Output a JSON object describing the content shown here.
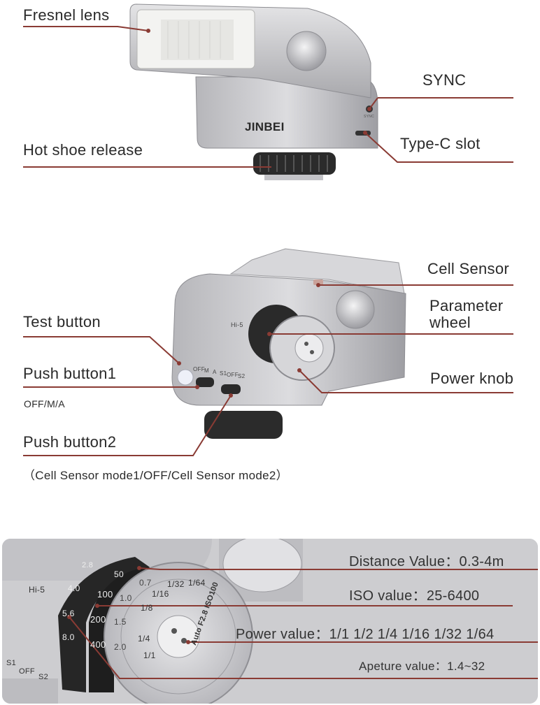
{
  "section1": {
    "brand": "JINBEI",
    "sync_port_text": "SYNC",
    "labels": {
      "fresnel_lens": "Fresnel lens",
      "sync": "SYNC",
      "type_c_slot": "Type-C slot",
      "hot_shoe_release": "Hot shoe release"
    }
  },
  "section2": {
    "device_marks": {
      "hi5": "Hi-5",
      "switch1_off": "OFF",
      "switch1_m": "M",
      "switch1_a": "A",
      "switch2_s1": "S1",
      "switch2_off": "OFF",
      "switch2_s2": "S2"
    },
    "labels": {
      "cell_sensor": "Cell Sensor",
      "parameter_wheel_line1": "Parameter",
      "parameter_wheel_line2": "wheel",
      "test_button": "Test button",
      "push_button1": "Push button1",
      "push_button1_modes": "OFF/M/A",
      "power_knob": "Power knob",
      "push_button2": "Push button2",
      "push_button2_modes": "（Cell Sensor mode1/OFF/Cell Sensor mode2）"
    }
  },
  "section3": {
    "dial_marks": {
      "hi5": "Hi-5",
      "aperture": [
        "2.8",
        "4.0",
        "5.6",
        "8.0"
      ],
      "iso": [
        "50",
        "100",
        "200",
        "400"
      ],
      "distance": [
        "0.7",
        "1.0",
        "1.5",
        "2.0"
      ],
      "power": [
        "1/64",
        "1/32",
        "1/16",
        "1/8",
        "1/4",
        "1/1"
      ],
      "ring_text": "Auto  F2.8  ISO100",
      "switch_s1": "S1",
      "switch_off": "OFF",
      "switch_s2": "S2"
    },
    "labels": {
      "distance_value": "Distance Value：0.3-4m",
      "iso_value": "ISO  value：25-6400",
      "power_value": "Power value：1/1 1/2 1/4 1/16 1/32 1/64",
      "aperture_value": "Apeture value：1.4~32"
    }
  },
  "colors": {
    "callout_line": "#8a3b34",
    "device_silver": "#c9c9cc",
    "device_dark": "#2b2b2b"
  }
}
